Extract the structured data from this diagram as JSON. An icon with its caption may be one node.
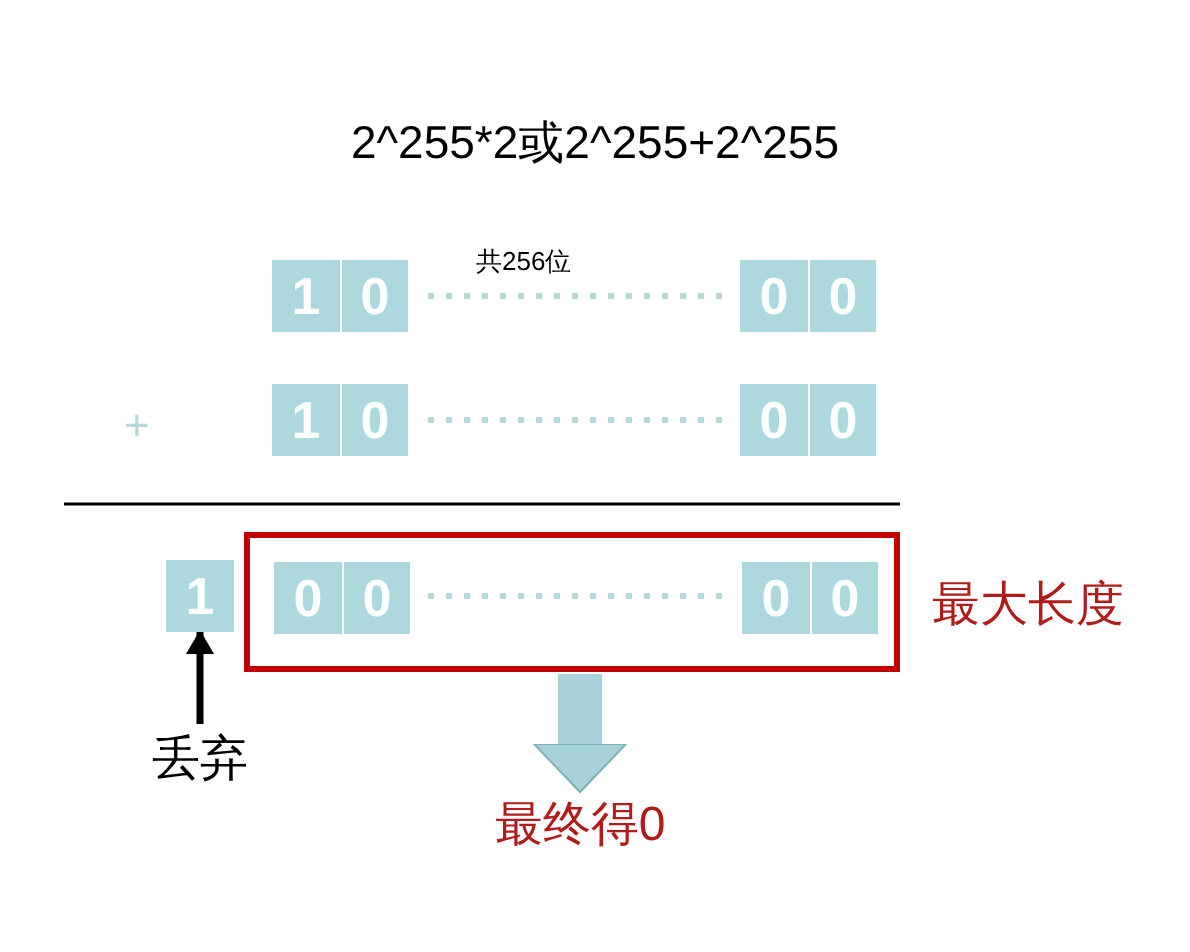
{
  "diagram": {
    "title": "2^255*2或2^255+2^255",
    "nodes": [
      {
        "text": [
          "1"
        ]
      },
      {
        "text": [
          "0"
        ]
      },
      {
        "text": [
          "0"
        ]
      },
      {
        "text": [
          "0"
        ]
      },
      {
        "text": [
          "1"
        ]
      },
      {
        "text": [
          "0"
        ]
      },
      {
        "text": [
          "0"
        ]
      },
      {
        "text": [
          "0"
        ]
      },
      {
        "text": [
          "1"
        ]
      },
      {
        "text": [],
        "shape": "box",
        "beside": [
          "最大长度"
        ]
      },
      {
        "text": [
          "0"
        ],
        "in": 9
      },
      {
        "text": [
          "0"
        ],
        "in": 9
      },
      {
        "text": [
          "0"
        ],
        "in": 9
      },
      {
        "text": [
          "0"
        ],
        "in": 9
      },
      {
        "text": [
          "丢弃"
        ]
      },
      {
        "text": [
          "最终得0"
        ]
      }
    ],
    "edges": [
      {
        "from": 14,
        "to": 8,
        "arrow": "to"
      },
      {
        "from": 9,
        "to": 15,
        "arrow": "to",
        "style": "thick",
        "color": "#a9d3da"
      }
    ],
    "labels": [
      "共256位",
      "+"
    ]
  }
}
